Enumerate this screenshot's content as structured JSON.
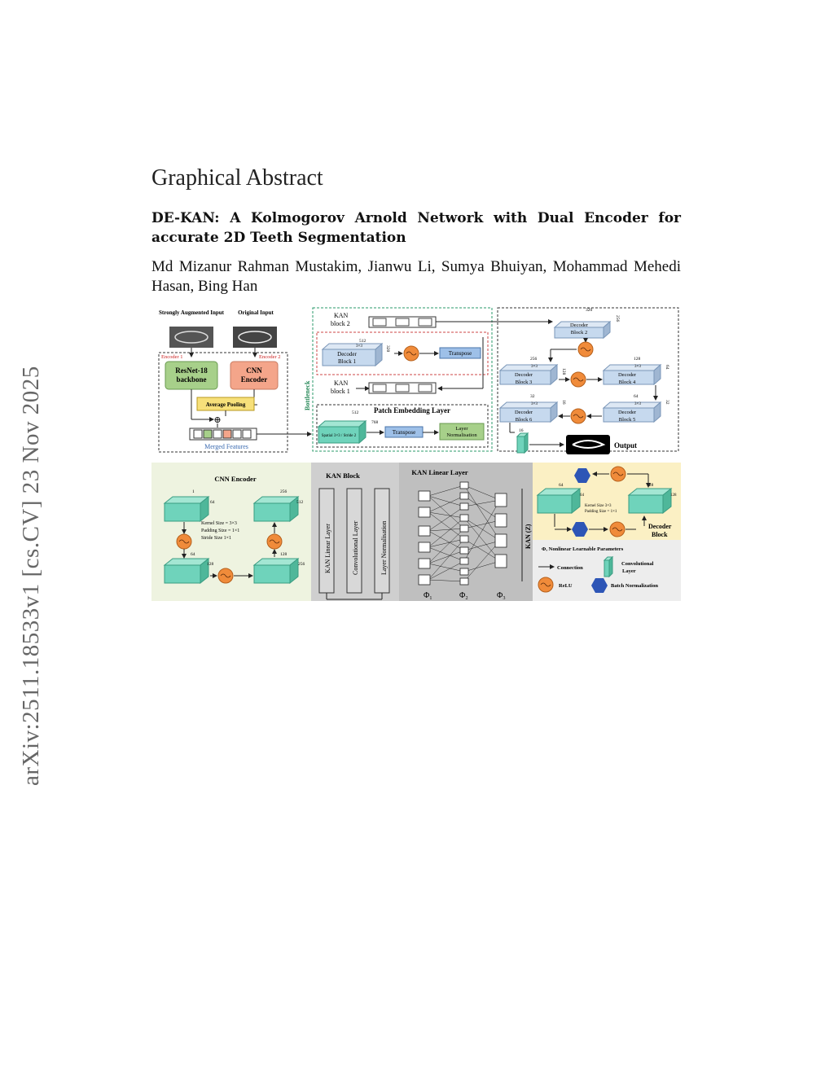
{
  "arxiv_id": "arXiv:2511.18533v1  [cs.CV]  23 Nov 2025",
  "section_heading": "Graphical Abstract",
  "paper_title": "DE-KAN: A Kolmogorov Arnold Network with Dual Encoder for accurate 2D Teeth Segmentation",
  "authors": "Md Mizanur Rahman Mustakim, Jianwu Li, Sumya Bhuiyan, Mohammad Mehedi Hasan, Bing Han",
  "figure": {
    "inputs": {
      "augmented": "Strongly Augmented Input",
      "original": "Original Input"
    },
    "encoder": {
      "enc1_label": "Encoder 1",
      "enc2_label": "Encoder 2",
      "resnet": "ResNet-18 backbone",
      "cnn": "CNN Encoder",
      "pooling": "Average Pooling",
      "plus": "⊕",
      "merged": "Merged Features"
    },
    "bottleneck": {
      "label": "Bottleneck",
      "kan2": "KAN block 2",
      "kan1": "KAN block 1",
      "dec1": "Decoder Block 1",
      "dec1_n1": "512",
      "dec1_n2": "3×3",
      "dec1_n3": "320",
      "transpose1": "Transpose",
      "patch_title": "Patch Embedding Layer",
      "patch_n1": "512",
      "patch_n2": "768",
      "patch_block": "Spatial 3×3 / Stride 2",
      "transpose2": "Transpose",
      "layernorm": "Layer Normalisation"
    },
    "decoder": {
      "d2": "Decoder Block 2",
      "d2_n": "320",
      "d2_n2": "256",
      "d3": "Decoder Block 3",
      "d3_n": "256",
      "d3_n2": "3×3",
      "d3_n3": "128",
      "d4": "Decoder Block 4",
      "d4_n": "128",
      "d4_n2": "3×3",
      "d4_n3": "64",
      "d5": "Decoder Block 5",
      "d5_n": "64",
      "d5_n2": "3×3",
      "d5_n3": "32",
      "d6": "Decoder Block 6",
      "d6_n": "32",
      "d6_n2": "3×3",
      "d6_n3": "16",
      "final_n": "16",
      "output": "Output"
    },
    "cnn_panel": {
      "title": "CNN Encoder",
      "n1": "1",
      "n2": "64",
      "n3": "256",
      "n4": "512",
      "n5": "64",
      "n6": "128",
      "n7": "128",
      "n8": "256",
      "kernel": "Kernel Size = 3×3",
      "padding": "Padding Size = 1×1",
      "stride": "Stride Size   1×1"
    },
    "kan_block_panel": {
      "title": "KAN Block",
      "l1": "KAN Linear Layer",
      "l2": "Convolutional Layer",
      "l3": "Layer Normalisation"
    },
    "kan_linear_panel": {
      "title": "KAN Linear Layer",
      "phi1": "Φ₁",
      "phi2": "Φ₂",
      "phi3": "Φ₃",
      "z": "KAN (Z)"
    },
    "legend_panel": {
      "n64": "64",
      "n64b": "64",
      "n128": "128",
      "n128b": "128",
      "kernel": "Kernel Size   3×3",
      "padding": "Padding Size = 1×1",
      "decoder": "Decoder Block",
      "phi": "Φ,   Nonlinear Learnable Parameters",
      "connection": "Connection",
      "conv": "Convolutional Layer",
      "relu": "ReLU",
      "bn": "Batch Normalization"
    }
  },
  "colors": {
    "teal": "#6fd3bb",
    "relu": "#f08b3a",
    "blue_hex": "#2d55b6",
    "resnet_green": "#a7d08a",
    "cnn_salmon": "#f4a58a",
    "pooling_yellow": "#f7e07a",
    "decoder_blue": "#c6d9ee",
    "panel_green": "#eef3e0",
    "panel_grey": "#cfcfcf",
    "panel_yellow": "#fbf0c4"
  }
}
